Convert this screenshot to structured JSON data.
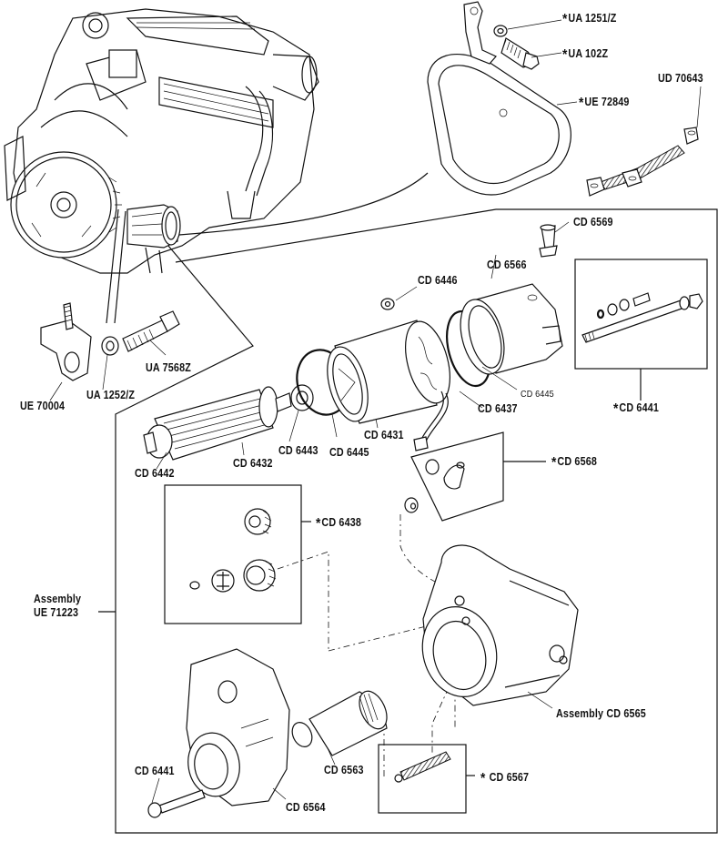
{
  "diagram": {
    "title": "Starter motor exploded parts diagram",
    "subject": "Engine with starter motor and exploded starter components",
    "callout_marker": "*",
    "labels": {
      "ua_1251z": {
        "text": "UA 1251/Z",
        "starred": true
      },
      "ua_102z": {
        "text": "UA 102Z",
        "starred": true
      },
      "ue_72849": {
        "text": "UE 72849",
        "starred": true
      },
      "ud_70643": {
        "text": "UD 70643",
        "starred": false
      },
      "cd_6569": {
        "text": "CD 6569",
        "starred": false
      },
      "cd_6566": {
        "text": "CD 6566",
        "starred": false
      },
      "cd_6446": {
        "text": "CD 6446",
        "starred": false
      },
      "ua_7568z": {
        "text": "UA 7568Z",
        "starred": false
      },
      "ue_70004": {
        "text": "UE 70004",
        "starred": false
      },
      "ua_1252z": {
        "text": "UA 1252/Z",
        "starred": false
      },
      "cd_6445_small": {
        "text": "CD 6445",
        "starred": false
      },
      "cd_6437": {
        "text": "CD 6437",
        "starred": false
      },
      "cd_6441_kit": {
        "text": "CD 6441",
        "starred": true
      },
      "cd_6431": {
        "text": "CD 6431",
        "starred": false
      },
      "cd_6443": {
        "text": "CD 6443",
        "starred": false
      },
      "cd_6445": {
        "text": "CD 6445",
        "starred": false
      },
      "cd_6442": {
        "text": "CD 6442",
        "starred": false
      },
      "cd_6432": {
        "text": "CD 6432",
        "starred": false
      },
      "cd_6568": {
        "text": "CD 6568",
        "starred": true
      },
      "cd_6438": {
        "text": "CD 6438",
        "starred": true
      },
      "assembly_ue_71223_line1": {
        "text": "Assembly"
      },
      "assembly_ue_71223_line2": {
        "text": "UE 71223"
      },
      "assembly_cd_6565": {
        "text": "Assembly CD 6565"
      },
      "cd_6563": {
        "text": "CD 6563",
        "starred": false
      },
      "cd_6441_bolt": {
        "text": "CD 6441",
        "starred": false
      },
      "cd_6564": {
        "text": "CD 6564",
        "starred": false
      },
      "cd_6567": {
        "text": "CD 6567",
        "starred": true
      }
    }
  }
}
